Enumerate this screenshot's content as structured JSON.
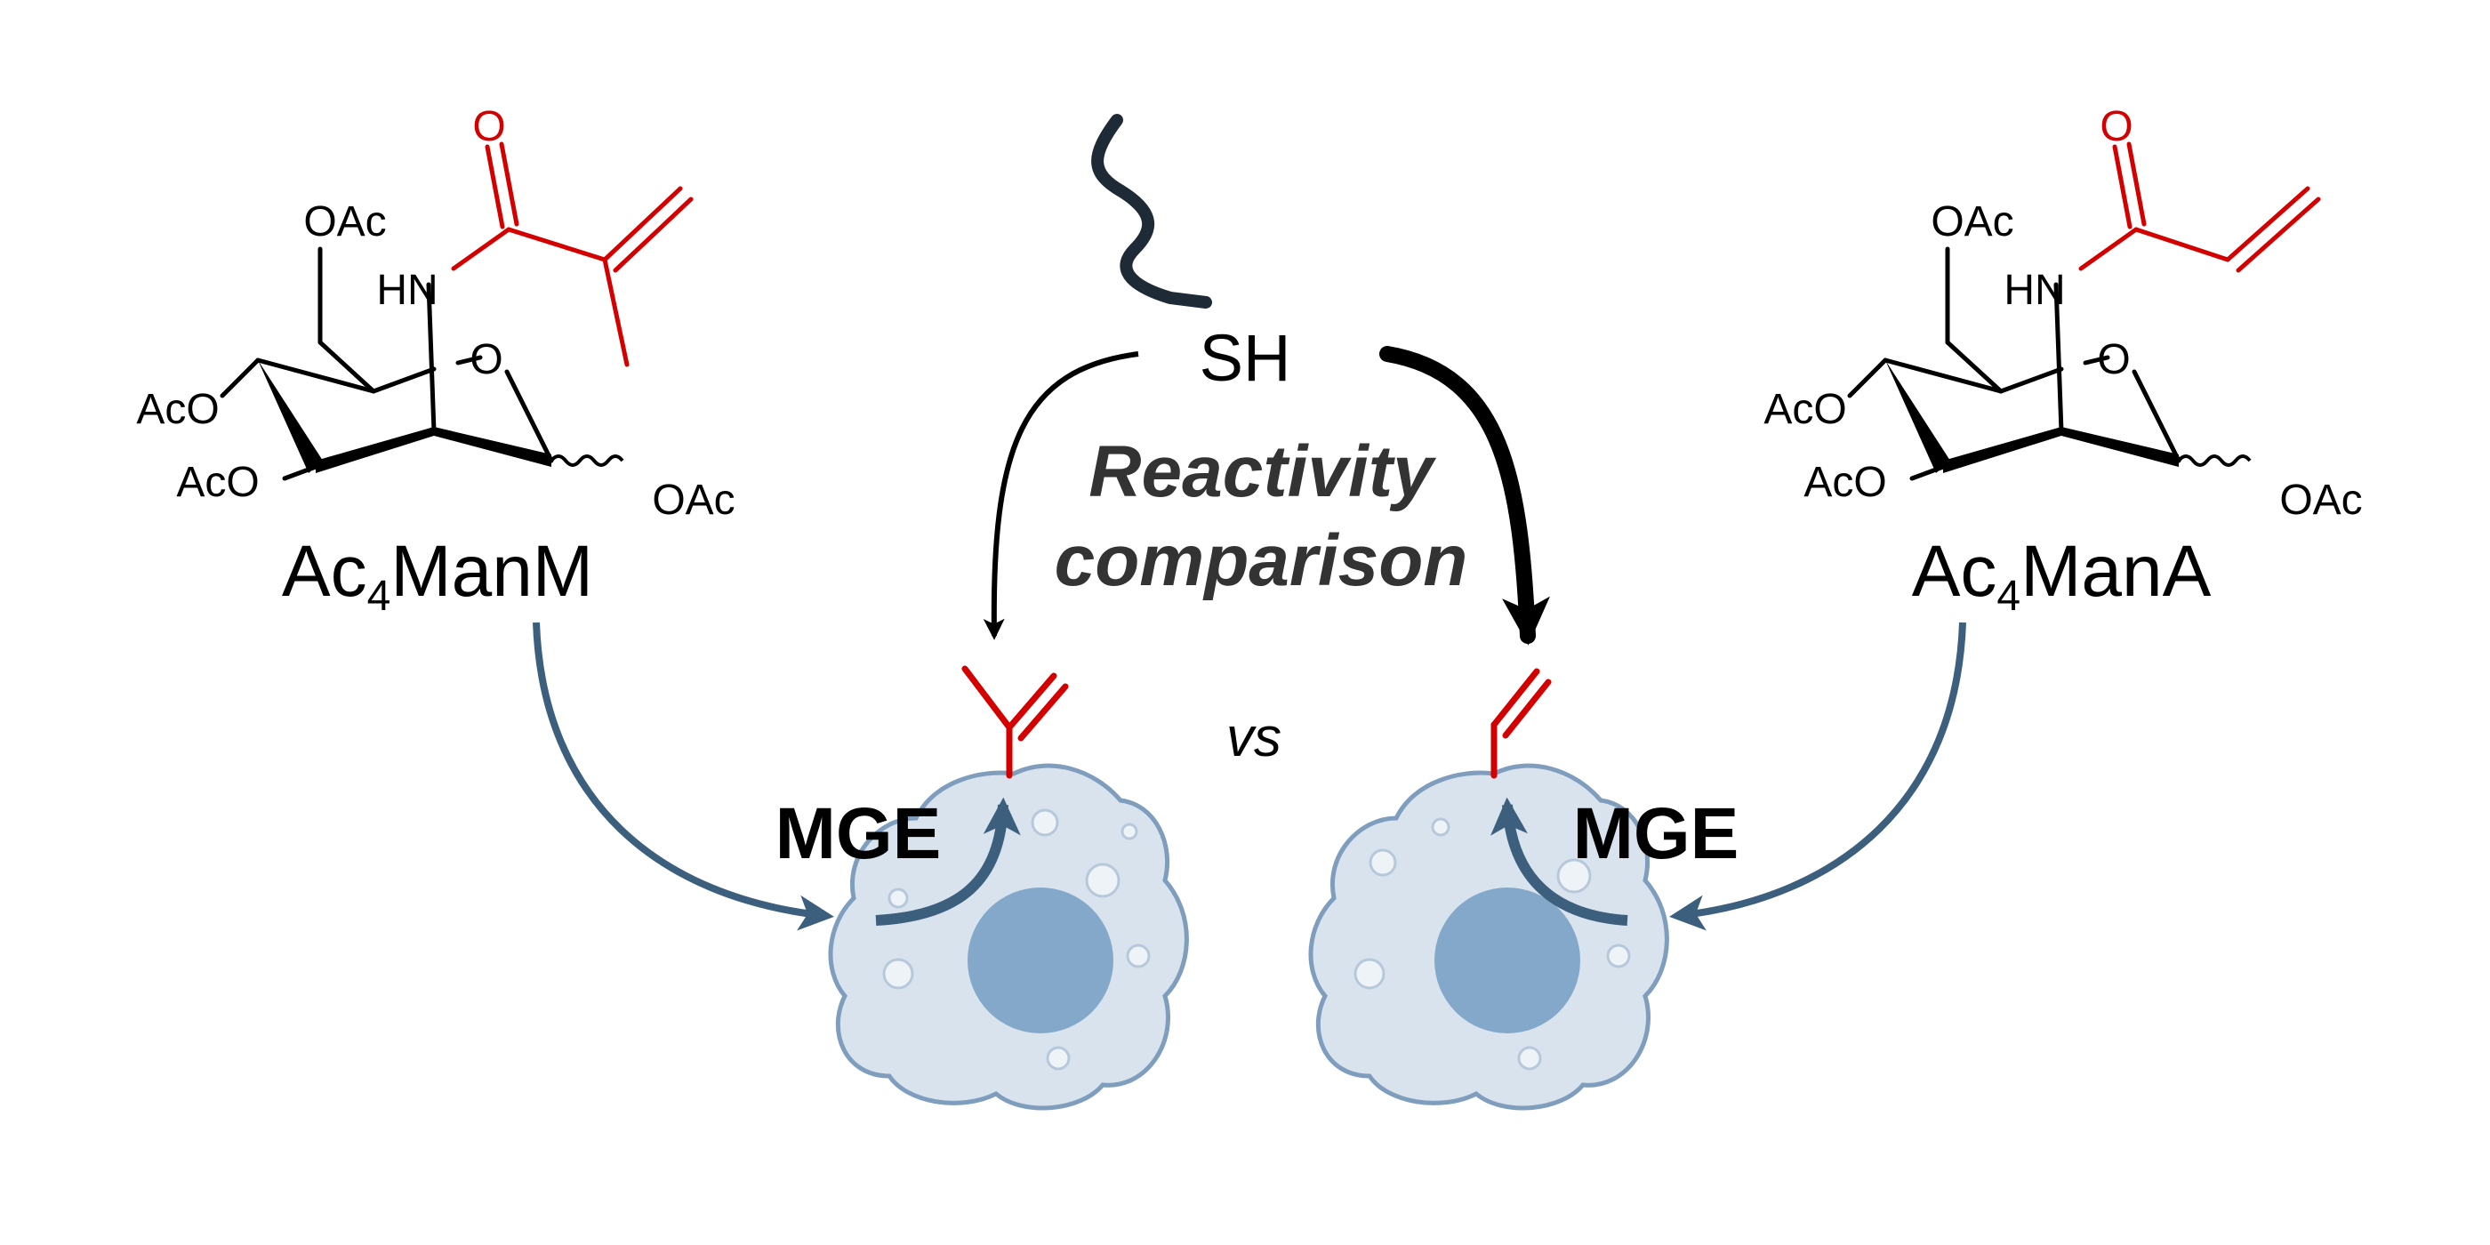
{
  "colors": {
    "bond": "#000000",
    "group": "#d40000",
    "pathway_arrow": "#3d5f7e",
    "cell_fill": "#d8e3ee",
    "cell_outline": "#7f9dbd",
    "nucleus": "#84a8c9",
    "thiol_chain": "#1e2a36"
  },
  "left_molecule": {
    "name_prefix": "Ac",
    "name_subscript": "4",
    "name_suffix": "ManM",
    "atoms": {
      "carbonyl_o": "O",
      "amide_nh": "HN",
      "ring_o": "O",
      "oac_top": "OAc",
      "aco_upper": "AcO",
      "aco_lower": "AcO",
      "oac_anomeric": "OAc"
    }
  },
  "right_molecule": {
    "name_prefix": "Ac",
    "name_subscript": "4",
    "name_suffix": "ManA",
    "atoms": {
      "carbonyl_o": "O",
      "amide_nh": "HN",
      "ring_o": "O",
      "oac_top": "OAc",
      "aco_upper": "AcO",
      "aco_lower": "AcO",
      "oac_anomeric": "OAc"
    }
  },
  "thiol": {
    "label": "SH"
  },
  "center_title": {
    "line1": "Reactivity",
    "line2": "comparison"
  },
  "comparison_word": "vs",
  "left_cell": {
    "process_label": "MGE"
  },
  "right_cell": {
    "process_label": "MGE"
  }
}
